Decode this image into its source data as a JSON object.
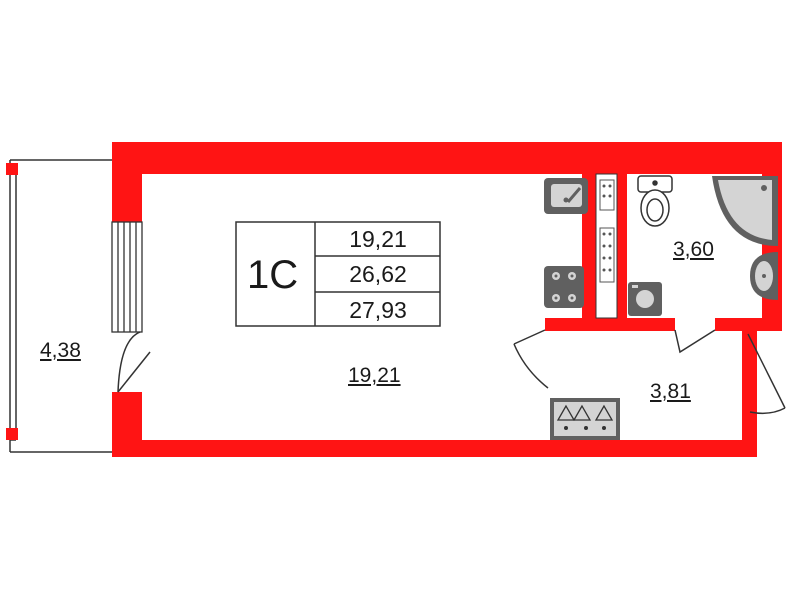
{
  "colors": {
    "wall": "#ff1414",
    "ink": "#333333",
    "fixture_dark": "#606060",
    "fixture_light": "#d4d4d4"
  },
  "unit": {
    "type": "1С",
    "areas": [
      "19,21",
      "26,62",
      "27,93"
    ]
  },
  "rooms": {
    "balcony": "4,38",
    "living_room": "19,21",
    "bathroom": "3,60",
    "hallway": "3,81"
  },
  "fixtures": [
    "sink-icon",
    "stove-icon",
    "fridge-icon",
    "toilet-icon",
    "shower-icon",
    "washbasin-icon",
    "washing-machine-icon",
    "wardrobe-icon"
  ]
}
